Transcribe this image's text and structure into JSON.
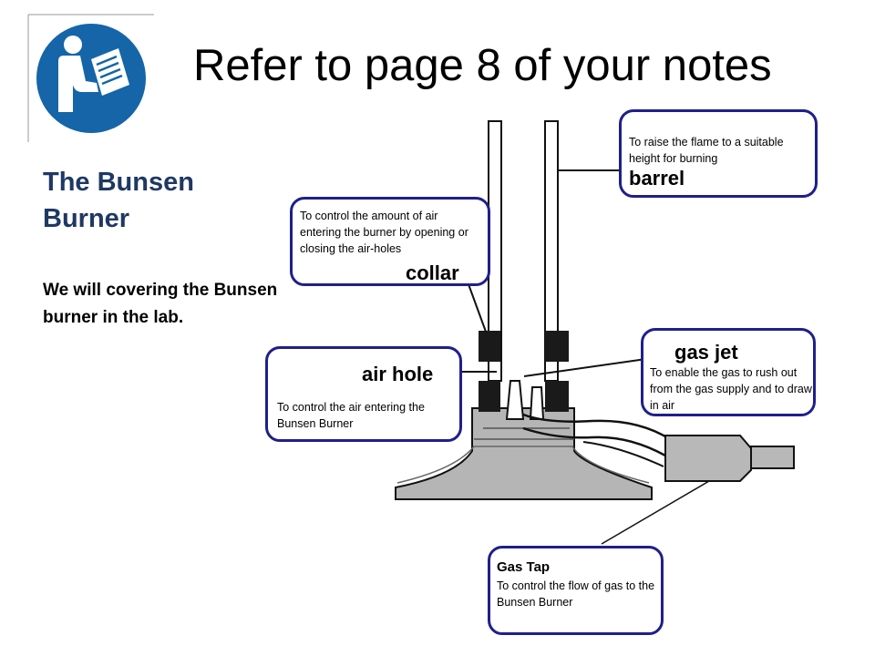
{
  "slide": {
    "title": "Refer to page 8 of your notes",
    "subtitle": "The Bunsen Burner",
    "body": "We will covering the Bunsen burner in the lab."
  },
  "icon": {
    "name": "read-manual-icon",
    "color": "#1565a8"
  },
  "callouts": {
    "barrel": {
      "label": "barrel",
      "description": "To raise the flame to a suitable height for burning"
    },
    "collar": {
      "label": "collar",
      "description": "To control the amount of air entering the burner by opening or closing the air-holes"
    },
    "air_hole": {
      "label": "air hole",
      "description": "To control the air entering the Bunsen Burner"
    },
    "gas_jet": {
      "label": "gas jet",
      "description": "To enable the gas to rush out from the gas supply and to draw in air"
    },
    "gas_tap": {
      "label": "Gas Tap",
      "description": "To control the flow of gas to the Bunsen Burner"
    }
  },
  "colors": {
    "callout_border": "#1f1f8c",
    "subtitle": "#1f3864"
  }
}
